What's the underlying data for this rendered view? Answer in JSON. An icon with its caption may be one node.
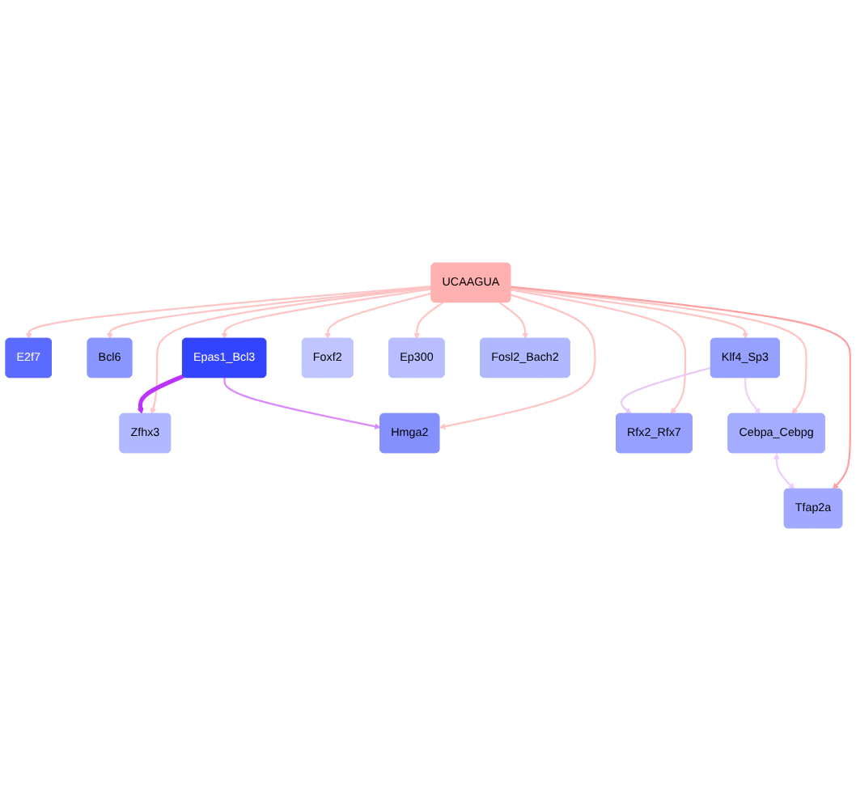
{
  "diagram": {
    "nodes": [
      {
        "text": [
          "E2f7"
        ]
      },
      {
        "text": [
          "Zfhx3"
        ]
      },
      {
        "text": [
          "Bcl6"
        ]
      },
      {
        "text": [
          "Hmga2"
        ]
      },
      {
        "text": [
          "Klf4_Sp3"
        ]
      },
      {
        "text": [
          "Epas1_Bcl3"
        ]
      },
      {
        "text": [
          "UCAAGUA"
        ]
      },
      {
        "text": [
          "Rfx2_Rfx7"
        ]
      },
      {
        "text": [
          "Foxf2"
        ]
      },
      {
        "text": [
          "Cebpa_Cebpg"
        ]
      },
      {
        "text": [
          "Ep300"
        ]
      },
      {
        "text": [
          "Tfap2a"
        ]
      },
      {
        "text": [
          "Fosl2_Bach2"
        ]
      }
    ],
    "edges": [
      {
        "from": 6,
        "to": 0,
        "arrow": "to"
      },
      {
        "from": 6,
        "to": 1,
        "arrow": "to"
      },
      {
        "from": 6,
        "to": 2,
        "arrow": "to"
      },
      {
        "from": 6,
        "to": 3,
        "arrow": "to"
      },
      {
        "from": 6,
        "to": 4,
        "arrow": "to"
      },
      {
        "from": 6,
        "to": 5,
        "arrow": "to"
      },
      {
        "from": 6,
        "to": 7,
        "arrow": "to"
      },
      {
        "from": 6,
        "to": 8,
        "arrow": "to"
      },
      {
        "from": 6,
        "to": 9,
        "arrow": "to"
      },
      {
        "from": 6,
        "to": 10,
        "arrow": "to"
      },
      {
        "from": 6,
        "to": 11,
        "arrow": "to",
        "color": "#ffa0a0"
      },
      {
        "from": 6,
        "to": 12,
        "arrow": "to"
      },
      {
        "from": 4,
        "to": 7,
        "arrow": "to",
        "color": "#ecc8f8"
      },
      {
        "from": 4,
        "to": 9,
        "arrow": "to",
        "color": "#f0d0fa"
      },
      {
        "from": 5,
        "to": 3,
        "arrow": "to",
        "color": "#d98aff"
      },
      {
        "from": 5,
        "to": 1,
        "arrow": "to",
        "style": "thick",
        "color": "#bb33ff"
      },
      {
        "from": 9,
        "to": 11,
        "arrow": "both",
        "color": "#eeccff"
      }
    ]
  }
}
